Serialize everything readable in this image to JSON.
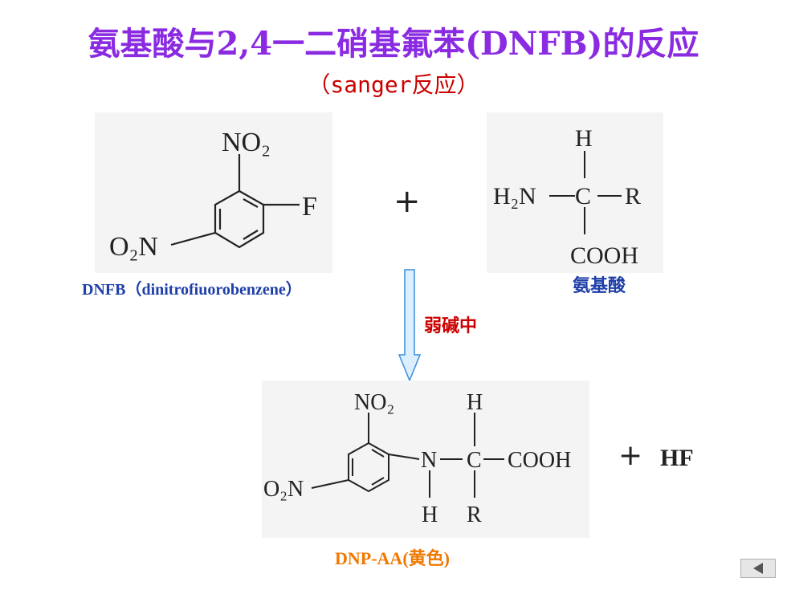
{
  "slide": {
    "title": "氨基酸与2,4一二硝基氟苯(DNFB)的反应",
    "subtitle": "（sanger反应）",
    "reactant1": {
      "label_no2": "NO₂",
      "label_f": "F",
      "label_o2n": "O₂N",
      "name": "DNFB（dinitrofiuorobenzene）"
    },
    "plus": "+",
    "reactant2": {
      "label_h": "H",
      "label_h2n": "H₂N",
      "label_c": "C",
      "label_r": "R",
      "label_cooh": "COOH",
      "name": "氨基酸"
    },
    "condition": "弱碱中",
    "product": {
      "label_no2": "NO₂",
      "label_h_top": "H",
      "label_n": "N",
      "label_c": "C",
      "label_cooh": "COOH",
      "label_o2n": "O₂N",
      "label_h_bottom": "H",
      "label_r": "R",
      "name": "DNP-AA(黄色)"
    },
    "byproduct_plus": "+",
    "byproduct": "HF"
  },
  "nav": {
    "back_icon": "triangle-left-icon"
  }
}
